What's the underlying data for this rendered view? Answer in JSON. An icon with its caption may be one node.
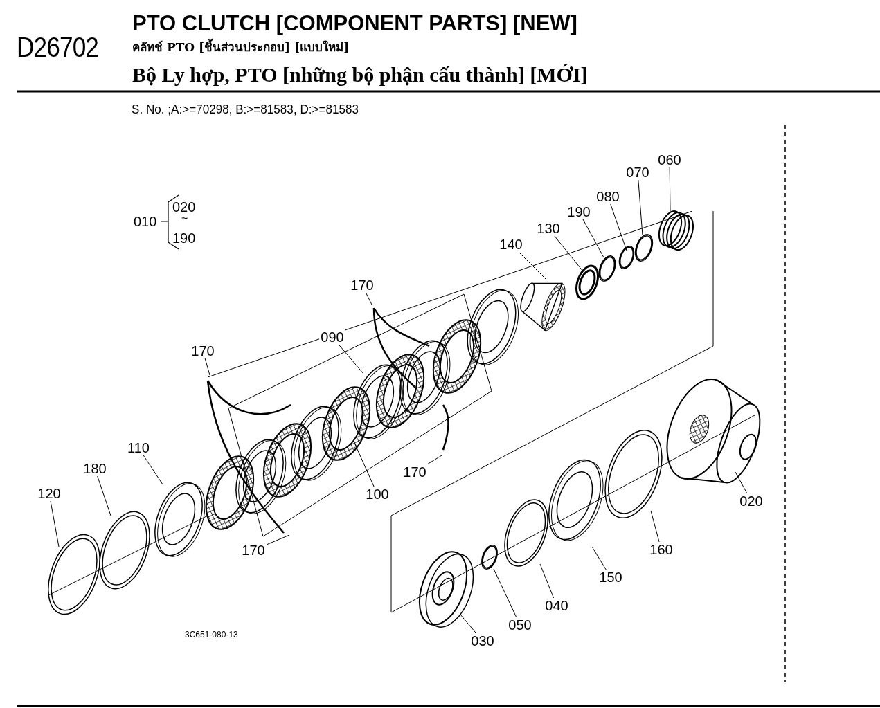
{
  "diagram": {
    "title": "PTO CLUTCH [COMPONENT PARTS] [NEW]",
    "nodes": [
      {
        "text": [
          "060"
        ]
      },
      {
        "text": [
          "070"
        ]
      },
      {
        "text": [
          "080"
        ]
      },
      {
        "text": [
          "190"
        ]
      },
      {
        "text": [
          "130"
        ]
      },
      {
        "text": [
          "140"
        ]
      },
      {
        "text": [
          "170"
        ]
      },
      {
        "text": [
          "090"
        ]
      },
      {
        "text": [
          "170"
        ]
      },
      {
        "text": [
          "110"
        ]
      },
      {
        "text": [
          "180"
        ]
      },
      {
        "text": [
          "120"
        ]
      },
      {
        "text": [
          "170"
        ]
      },
      {
        "text": [
          "100"
        ]
      },
      {
        "text": [
          "020"
        ]
      },
      {
        "text": [
          "160"
        ]
      },
      {
        "text": [
          "150"
        ]
      },
      {
        "text": [
          "170"
        ]
      },
      {
        "text": [
          "040"
        ]
      },
      {
        "text": [
          "050"
        ]
      },
      {
        "text": [
          "030"
        ]
      }
    ],
    "edges": [
      {
        "from": 0,
        "to": null,
        "arrow": "none"
      },
      {
        "from": 1,
        "to": null,
        "arrow": "none"
      },
      {
        "from": 2,
        "to": null,
        "arrow": "none"
      },
      {
        "from": 3,
        "to": null,
        "arrow": "none"
      },
      {
        "from": 4,
        "to": null,
        "arrow": "none"
      },
      {
        "from": 5,
        "to": null,
        "arrow": "none"
      },
      {
        "from": 6,
        "to": null,
        "arrow": "none"
      },
      {
        "from": 7,
        "to": null,
        "arrow": "none"
      },
      {
        "from": 8,
        "to": null,
        "arrow": "none"
      },
      {
        "from": 9,
        "to": null,
        "arrow": "none"
      },
      {
        "from": 10,
        "to": null,
        "arrow": "none"
      },
      {
        "from": 11,
        "to": null,
        "arrow": "none"
      },
      {
        "from": 12,
        "to": null,
        "arrow": "none"
      },
      {
        "from": 13,
        "to": null,
        "arrow": "none"
      },
      {
        "from": 14,
        "to": null,
        "arrow": "none"
      },
      {
        "from": 15,
        "to": null,
        "arrow": "none"
      },
      {
        "from": 16,
        "to": null,
        "arrow": "none"
      },
      {
        "from": 17,
        "to": null,
        "arrow": "none"
      },
      {
        "from": 18,
        "to": null,
        "arrow": "none"
      },
      {
        "from": 19,
        "to": null,
        "arrow": "none"
      },
      {
        "from": 20,
        "to": null,
        "arrow": "none"
      }
    ],
    "labels": [
      "D26702",
      "คลัทช์ PTO [ชิ้นส่วนประกอบ] [แบบใหม่]",
      "Bộ Ly hợp, PTO [những bộ phận cấu thành] [MỚI]",
      "S. No. ;A:>=70298, B:>=81583, D:>=81583",
      "010",
      "020",
      "~",
      "190",
      "3C651-080-13"
    ]
  }
}
